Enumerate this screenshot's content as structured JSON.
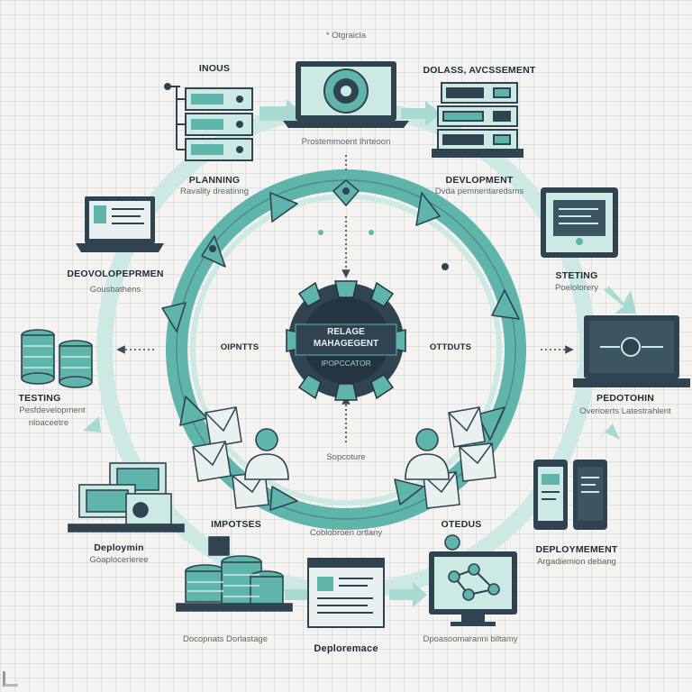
{
  "top": {
    "note": "* Otgraicla"
  },
  "nodes": {
    "inputs_top": {
      "title": "INOUS"
    },
    "planning": {
      "title": "PLANNING",
      "sub": "Ravality dreatinng"
    },
    "monitor_top": {
      "sub": "Prostemmoent lhrteoon"
    },
    "release": {
      "title": "DOLASS, AVCSSEMENT"
    },
    "development_tr": {
      "title": "DEVLOPMENT",
      "sub": "Dvda pemnentaredsms"
    },
    "development_l": {
      "title": "DEOVOLOPEPRMEN",
      "sub": "Gousbathens"
    },
    "steting": {
      "title": "STETING",
      "sub": "Poelolorery"
    },
    "testing": {
      "title": "TESTING",
      "sub1": "Pesfdevelopment",
      "sub2": "nloaceetre"
    },
    "pedotoin": {
      "title": "PEDOTOHIN",
      "sub": "Overioerts Latestrahlent"
    },
    "deploymin": {
      "title": "Deploymin",
      "sub": "Goaplocerieree"
    },
    "imptoses": {
      "title": "IMPOTSES"
    },
    "center_bottom": {
      "sub": "Coblobroen ortlany"
    },
    "otedus": {
      "title": "OTEDUS"
    },
    "deploymement_r": {
      "title": "DEPLOYMEMENT",
      "sub": "Argadiemion debang"
    },
    "bottom_left": {
      "sub": "Docopnats Dorlastage"
    },
    "bottom_center": {
      "title": "Deploremace"
    },
    "bottom_right": {
      "sub": "Dpoasoomaranni biltamy"
    }
  },
  "cycle": {
    "center_title_1": "RELAGE",
    "center_title_2": "MAHAGEGENT",
    "center_sub": "IPOPCCATOR",
    "left_label": "OIPNTTS",
    "right_label": "OTTDUTS",
    "bottom_label": "Sopcoture"
  },
  "colors": {
    "teal": "#5fb5aa",
    "teal_light": "#9fd3cb",
    "teal_pale": "#cde9e4",
    "dark": "#2f4350",
    "darker": "#243440",
    "paper": "#f4f3ef"
  }
}
